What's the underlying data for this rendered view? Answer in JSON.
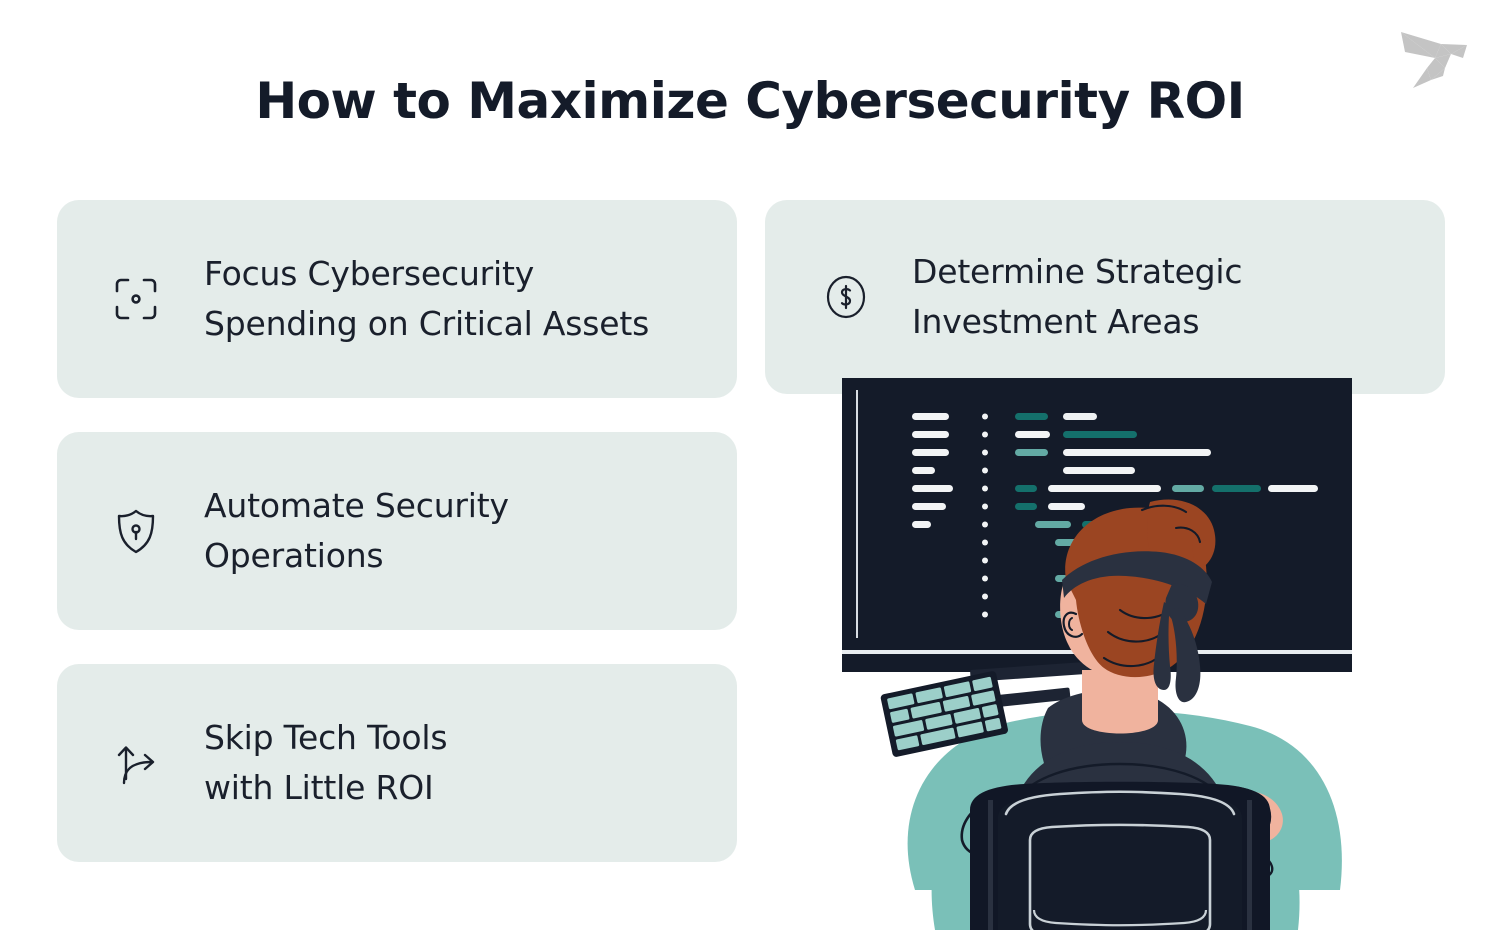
{
  "page": {
    "title": "How to Maximize Cybersecurity ROI",
    "background_color": "#ffffff",
    "card_color": "#e4ecea",
    "title_color": "#141b29",
    "accent_teal": "#7ac0b8",
    "accent_dark": "#141b29",
    "code_teal": "#14706b",
    "code_teal_light": "#63aaa4"
  },
  "logo": {
    "name": "origami-bird-logo",
    "color": "#c4c4c4"
  },
  "cards": [
    {
      "id": "focus-spending",
      "icon": "scan-focus-icon",
      "lines": [
        "Focus Cybersecurity",
        "Spending on Critical Assets"
      ]
    },
    {
      "id": "automate-security",
      "icon": "shield-lock-icon",
      "lines": [
        "Automate Security",
        "Operations"
      ]
    },
    {
      "id": "skip-tech-tools",
      "icon": "diverge-arrows-icon",
      "lines": [
        "Skip Tech Tools",
        "with Little ROI"
      ]
    },
    {
      "id": "strategic-investment",
      "icon": "dollar-circle-icon",
      "lines": [
        "Determine Strategic",
        "Investment Areas"
      ]
    }
  ],
  "illustration": {
    "name": "developer-at-monitor-illustration",
    "monitor_screen_color": "#141b29",
    "sweater_color": "#7ac0b8",
    "hood_color": "#2a3140",
    "hair_color": "#9b4522",
    "skin_color": "#f0b39e",
    "chair_color": "#111726",
    "keyboard_key_color": "#9ccfc9"
  }
}
